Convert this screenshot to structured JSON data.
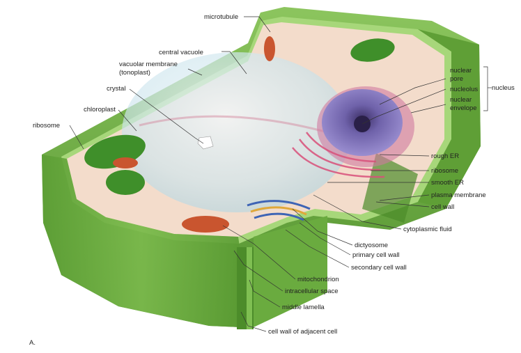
{
  "figure_letter": "A.",
  "labels": {
    "microtubule": "microtubule",
    "central_vacuole": "central vacuole",
    "vacuolar_membrane_1": "vacuolar membrane",
    "vacuolar_membrane_2": "(tonoplast)",
    "crystal": "crystal",
    "chloroplast": "chloroplast",
    "ribosome_left": "ribosome",
    "nuclear_pore_1": "nuclear",
    "nuclear_pore_2": "pore",
    "nucleolus": "nucleolus",
    "nuclear_envelope_1": "nuclear",
    "nuclear_envelope_2": "envelope",
    "nucleus": "nucleus",
    "rough_er": "rough ER",
    "ribosome_right": "ribosome",
    "smooth_er": "smooth ER",
    "plasma_membrane": "plasma membrane",
    "cell_wall": "cell wall",
    "cytoplasmic_fluid": "cytoplasmic fluid",
    "dictyosome": "dictyosome",
    "primary_cell_wall": "primary cell wall",
    "secondary_cell_wall": "secondary cell wall",
    "mitochondrion": "mitochondrion",
    "intracellular_space": "intracellular space",
    "middle_lamella": "middle lamella",
    "cell_wall_adjacent": "cell wall of adjacent cell"
  },
  "colors": {
    "wall_dark": "#4f8f2c",
    "wall_mid": "#6fb043",
    "wall_light": "#93c866",
    "cytoplasm": "#f3dccb",
    "vacuole": "#cfe6ee",
    "nucleus": "#7d73b8",
    "er": "#d9507a",
    "chloroplast": "#3f8f2a"
  }
}
